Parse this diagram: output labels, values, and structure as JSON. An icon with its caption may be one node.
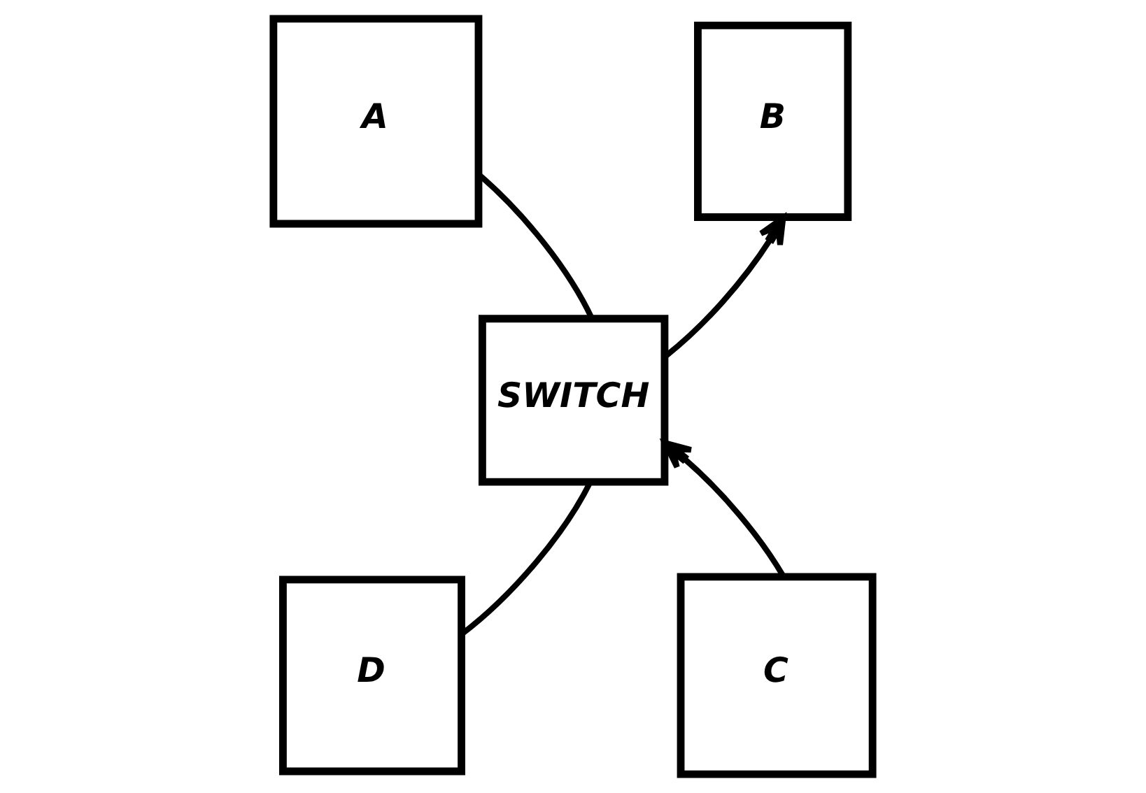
{
  "diagram": {
    "nodes": [
      {
        "text": [
          "A"
        ]
      },
      {
        "text": [
          "B"
        ]
      },
      {
        "text": [
          "SWITCH"
        ]
      },
      {
        "text": [
          "D"
        ]
      },
      {
        "text": [
          "C"
        ]
      }
    ],
    "edges": [
      {
        "from": 0,
        "to": 2,
        "arrow": "none"
      },
      {
        "from": 2,
        "to": 1,
        "arrow": "to"
      },
      {
        "from": 4,
        "to": 2,
        "arrow": "to"
      },
      {
        "from": 3,
        "to": 2,
        "arrow": "none"
      }
    ]
  }
}
